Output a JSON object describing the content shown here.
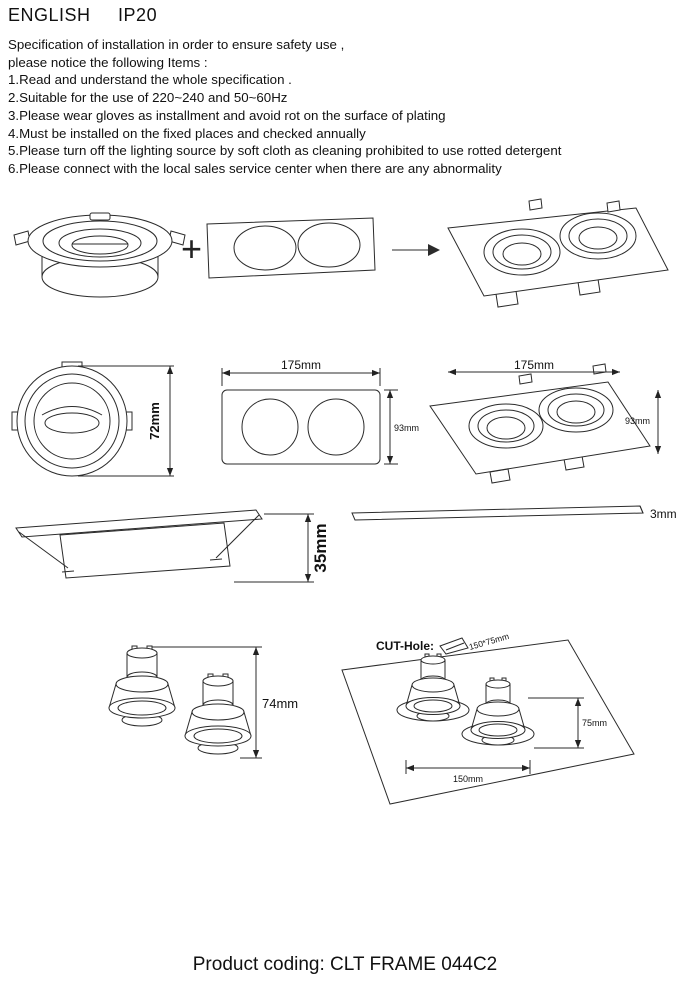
{
  "header": {
    "language": "ENGLISH",
    "rating": "IP20"
  },
  "spec": {
    "intro": [
      "Specification of installation in order to ensure safety use ,",
      "please notice the following Items :"
    ],
    "items": [
      "1.Read and understand the whole specification .",
      "2.Suitable for the use of 220~240 and 50~60Hz",
      "3.Please wear gloves as installment and avoid rot on the surface of plating",
      "4.Must be installed on the fixed places and checked annually",
      "5.Please turn off the lighting source by soft cloth as cleaning prohibited to use rotted detergent",
      "6.Please connect with the local sales service center when there are any abnormality"
    ]
  },
  "symbols": {
    "plus": "+"
  },
  "dimensions": {
    "front_height": "72mm",
    "plate_width": "175mm",
    "plate_height": "93mm",
    "assembled_width": "175mm",
    "assembled_height": "93mm",
    "recess_depth": "35mm",
    "plate_thickness": "3mm",
    "fixture_height": "74mm",
    "cut_hole_label": "CUT-Hole:",
    "cut_hole_size": "150*75mm",
    "cut_hole_height": "75mm",
    "cut_hole_width": "150mm"
  },
  "footer": {
    "product_coding": "Product coding: CLT FRAME 044C2"
  }
}
